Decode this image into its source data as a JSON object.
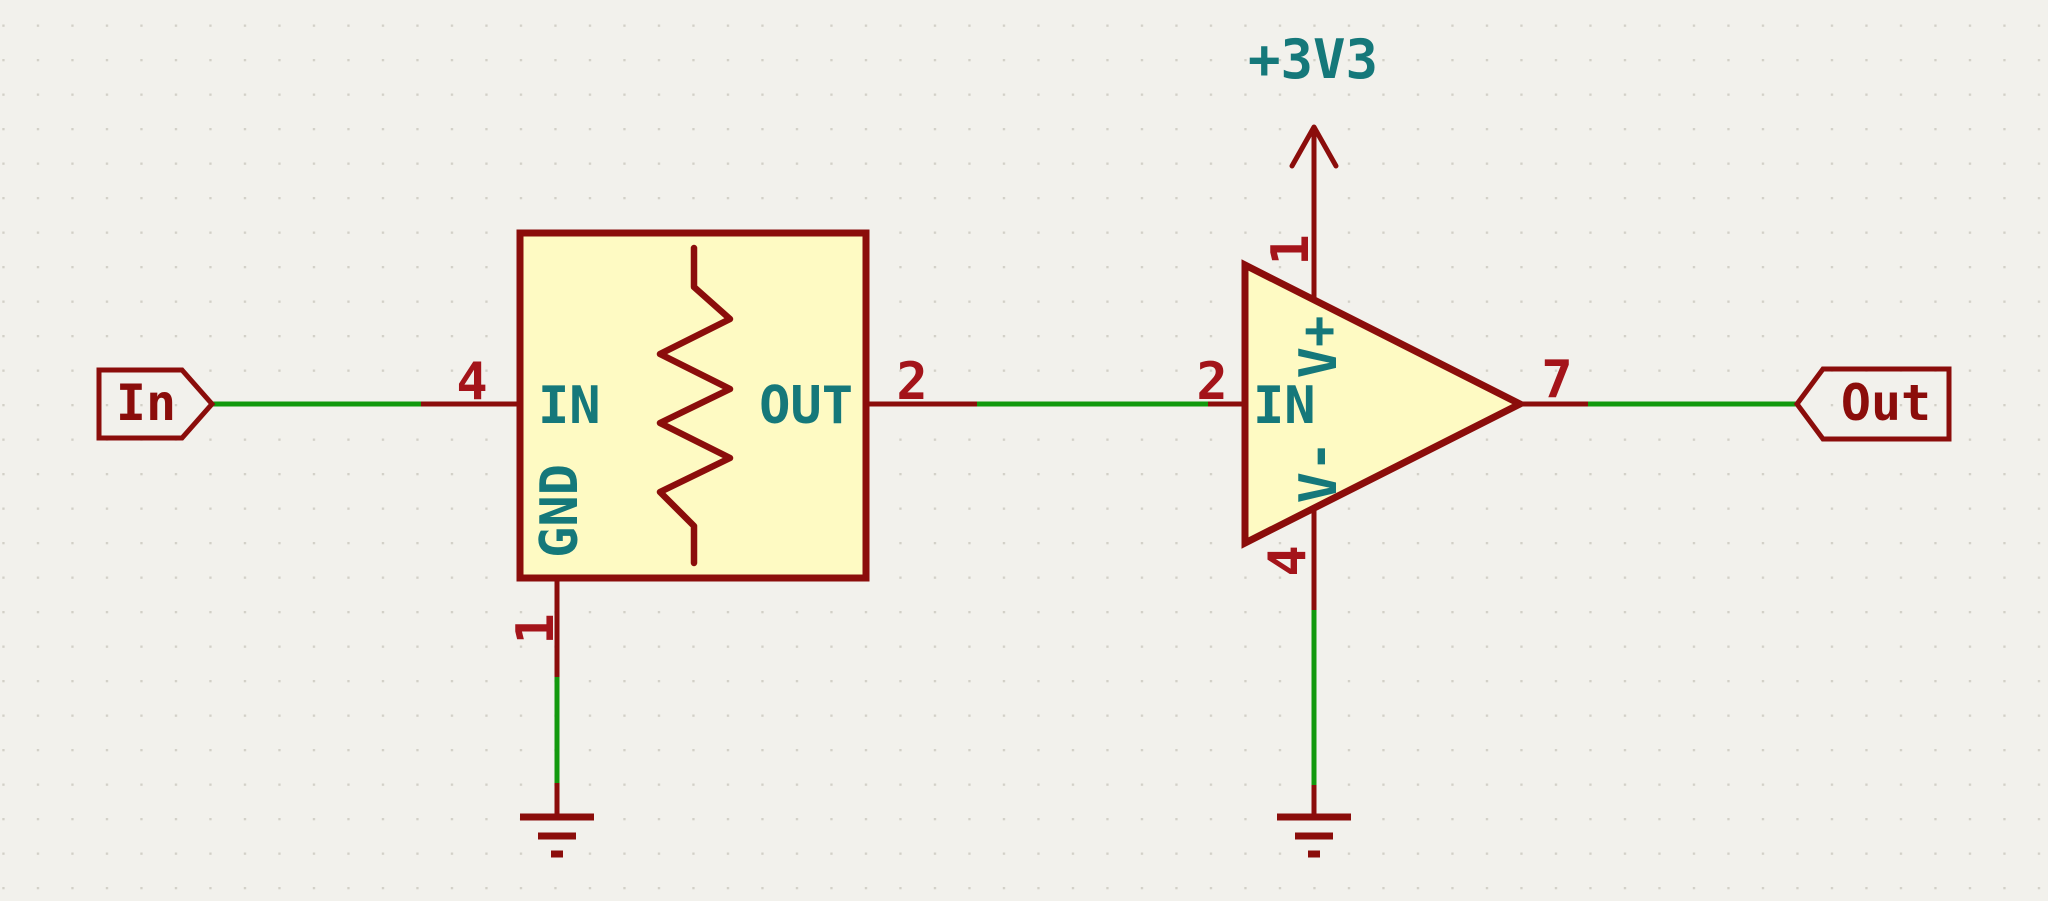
{
  "palette": {
    "background": "#F2F1EC",
    "grid_dot": "#D2D0C7",
    "symbol_outline": "#8B0D0B",
    "symbol_fill": "#FEFAC3",
    "pin_number_color": "#A4141A",
    "pin_name_color": "#15787A",
    "wire_color": "#12990D"
  },
  "labels": {
    "input": "In",
    "output": "Out",
    "power": "+3V3"
  },
  "potentiometer_block": {
    "pin_in": {
      "number": "4",
      "name": "IN"
    },
    "pin_out": {
      "number": "2",
      "name": "OUT"
    },
    "pin_gnd": {
      "number": "1",
      "name": "GND"
    }
  },
  "opamp": {
    "pin_in": {
      "number": "2",
      "name": "IN"
    },
    "pin_vplus": {
      "number": "1",
      "name": "V+"
    },
    "pin_vminus": {
      "number": "4",
      "name": "V-"
    },
    "pin_out": {
      "number": "7"
    }
  }
}
